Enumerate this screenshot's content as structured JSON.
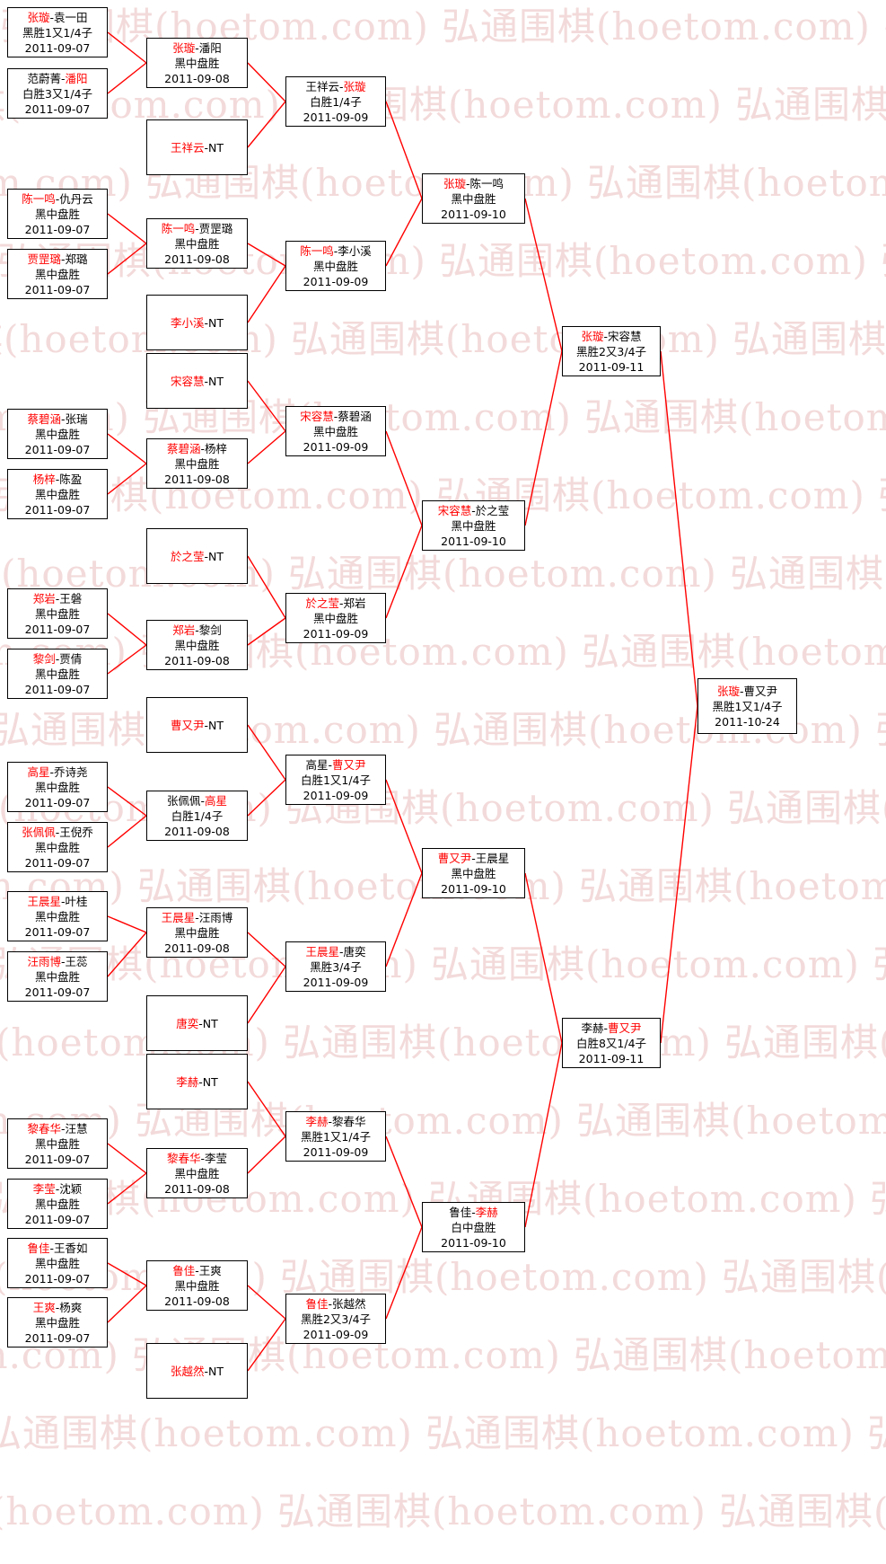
{
  "watermark": {
    "text": "弘通围棋(hoetom.com)",
    "color": "#f3dada"
  },
  "bracket": {
    "line_color": "#ff0000",
    "winner_color": "#ff0000",
    "box_border_color": "#000000",
    "rounds": [
      {
        "matches": [
          {
            "pre": "",
            "red": "张璇",
            "post": "-袁一田",
            "result": "黑胜1又1/4子",
            "date": "2011-09-07"
          },
          {
            "pre": "范蔚菁-",
            "red": "潘阳",
            "post": "",
            "result": "白胜3又1/4子",
            "date": "2011-09-07"
          },
          {
            "pre": "",
            "red": "陈一鸣",
            "post": "-仇丹云",
            "result": "黑中盘胜",
            "date": "2011-09-07"
          },
          {
            "pre": "",
            "red": "贾罡璐",
            "post": "-郑璐",
            "result": "黑中盘胜",
            "date": "2011-09-07"
          },
          {
            "pre": "",
            "red": "蔡碧涵",
            "post": "-张瑞",
            "result": "黑中盘胜",
            "date": "2011-09-07"
          },
          {
            "pre": "",
            "red": "杨梓",
            "post": "-陈盈",
            "result": "黑中盘胜",
            "date": "2011-09-07"
          },
          {
            "pre": "",
            "red": "郑岩",
            "post": "-王磐",
            "result": "黑中盘胜",
            "date": "2011-09-07"
          },
          {
            "pre": "",
            "red": "黎剑",
            "post": "-贾倩",
            "result": "黑中盘胜",
            "date": "2011-09-07"
          },
          {
            "pre": "",
            "red": "高星",
            "post": "-乔诗尧",
            "result": "黑中盘胜",
            "date": "2011-09-07"
          },
          {
            "pre": "",
            "red": "张佩佩",
            "post": "-王倪乔",
            "result": "黑中盘胜",
            "date": "2011-09-07"
          },
          {
            "pre": "",
            "red": "王晨星",
            "post": "-叶桂",
            "result": "黑中盘胜",
            "date": "2011-09-07"
          },
          {
            "pre": "",
            "red": "汪雨博",
            "post": "-王蕊",
            "result": "黑中盘胜",
            "date": "2011-09-07"
          },
          {
            "pre": "",
            "red": "黎春华",
            "post": "-汪慧",
            "result": "黑中盘胜",
            "date": "2011-09-07"
          },
          {
            "pre": "",
            "red": "李莹",
            "post": "-沈颖",
            "result": "黑中盘胜",
            "date": "2011-09-07"
          },
          {
            "pre": "",
            "red": "鲁佳",
            "post": "-王香如",
            "result": "黑中盘胜",
            "date": "2011-09-07"
          },
          {
            "pre": "",
            "red": "王爽",
            "post": "-杨爽",
            "result": "黑中盘胜",
            "date": "2011-09-07"
          }
        ]
      },
      {
        "matches": [
          {
            "pre": "",
            "red": "张璇",
            "post": "-潘阳",
            "result": "黑中盘胜",
            "date": "2011-09-08"
          },
          {
            "pre": "",
            "red": "王祥云",
            "post": "-NT",
            "result": "",
            "date": ""
          },
          {
            "pre": "",
            "red": "陈一鸣",
            "post": "-贾罡璐",
            "result": "黑中盘胜",
            "date": "2011-09-08"
          },
          {
            "pre": "",
            "red": "李小溪",
            "post": "-NT",
            "result": "",
            "date": ""
          },
          {
            "pre": "",
            "red": "宋容慧",
            "post": "-NT",
            "result": "",
            "date": ""
          },
          {
            "pre": "",
            "red": "蔡碧涵",
            "post": "-杨梓",
            "result": "黑中盘胜",
            "date": "2011-09-08"
          },
          {
            "pre": "",
            "red": "於之莹",
            "post": "-NT",
            "result": "",
            "date": ""
          },
          {
            "pre": "",
            "red": "郑岩",
            "post": "-黎剑",
            "result": "黑中盘胜",
            "date": "2011-09-08"
          },
          {
            "pre": "",
            "red": "曹又尹",
            "post": "-NT",
            "result": "",
            "date": ""
          },
          {
            "pre": "张佩佩-",
            "red": "高星",
            "post": "",
            "result": "白胜1/4子",
            "date": "2011-09-08"
          },
          {
            "pre": "",
            "red": "王晨星",
            "post": "-汪雨博",
            "result": "黑中盘胜",
            "date": "2011-09-08"
          },
          {
            "pre": "",
            "red": "唐奕",
            "post": "-NT",
            "result": "",
            "date": ""
          },
          {
            "pre": "",
            "red": "李赫",
            "post": "-NT",
            "result": "",
            "date": ""
          },
          {
            "pre": "",
            "red": "黎春华",
            "post": "-李莹",
            "result": "黑中盘胜",
            "date": "2011-09-08"
          },
          {
            "pre": "",
            "red": "鲁佳",
            "post": "-王爽",
            "result": "黑中盘胜",
            "date": "2011-09-08"
          },
          {
            "pre": "",
            "red": "张越然",
            "post": "-NT",
            "result": "",
            "date": ""
          }
        ]
      },
      {
        "matches": [
          {
            "pre": "王祥云-",
            "red": "张璇",
            "post": "",
            "result": "白胜1/4子",
            "date": "2011-09-09"
          },
          {
            "pre": "",
            "red": "陈一鸣",
            "post": "-李小溪",
            "result": "黑中盘胜",
            "date": "2011-09-09"
          },
          {
            "pre": "",
            "red": "宋容慧",
            "post": "-蔡碧涵",
            "result": "黑中盘胜",
            "date": "2011-09-09"
          },
          {
            "pre": "",
            "red": "於之莹",
            "post": "-郑岩",
            "result": "黑中盘胜",
            "date": "2011-09-09"
          },
          {
            "pre": "高星-",
            "red": "曹又尹",
            "post": "",
            "result": "白胜1又1/4子",
            "date": "2011-09-09"
          },
          {
            "pre": "",
            "red": "王晨星",
            "post": "-唐奕",
            "result": "黑胜3/4子",
            "date": "2011-09-09"
          },
          {
            "pre": "",
            "red": "李赫",
            "post": "-黎春华",
            "result": "黑胜1又1/4子",
            "date": "2011-09-09"
          },
          {
            "pre": "",
            "red": "鲁佳",
            "post": "-张越然",
            "result": "黑胜2又3/4子",
            "date": "2011-09-09"
          }
        ]
      },
      {
        "matches": [
          {
            "pre": "",
            "red": "张璇",
            "post": "-陈一鸣",
            "result": "黑中盘胜",
            "date": "2011-09-10"
          },
          {
            "pre": "",
            "red": "宋容慧",
            "post": "-於之莹",
            "result": "黑中盘胜",
            "date": "2011-09-10"
          },
          {
            "pre": "",
            "red": "曹又尹",
            "post": "-王晨星",
            "result": "黑中盘胜",
            "date": "2011-09-10"
          },
          {
            "pre": "鲁佳-",
            "red": "李赫",
            "post": "",
            "result": "白中盘胜",
            "date": "2011-09-10"
          }
        ]
      },
      {
        "matches": [
          {
            "pre": "",
            "red": "张璇",
            "post": "-宋容慧",
            "result": "黑胜2又3/4子",
            "date": "2011-09-11"
          },
          {
            "pre": "李赫-",
            "red": "曹又尹",
            "post": "",
            "result": "白胜8又1/4子",
            "date": "2011-09-11"
          }
        ]
      },
      {
        "matches": [
          {
            "pre": "",
            "red": "张璇",
            "post": "-曹又尹",
            "result": "黑胜1又1/4子",
            "date": "2011-10-24"
          }
        ]
      }
    ]
  }
}
